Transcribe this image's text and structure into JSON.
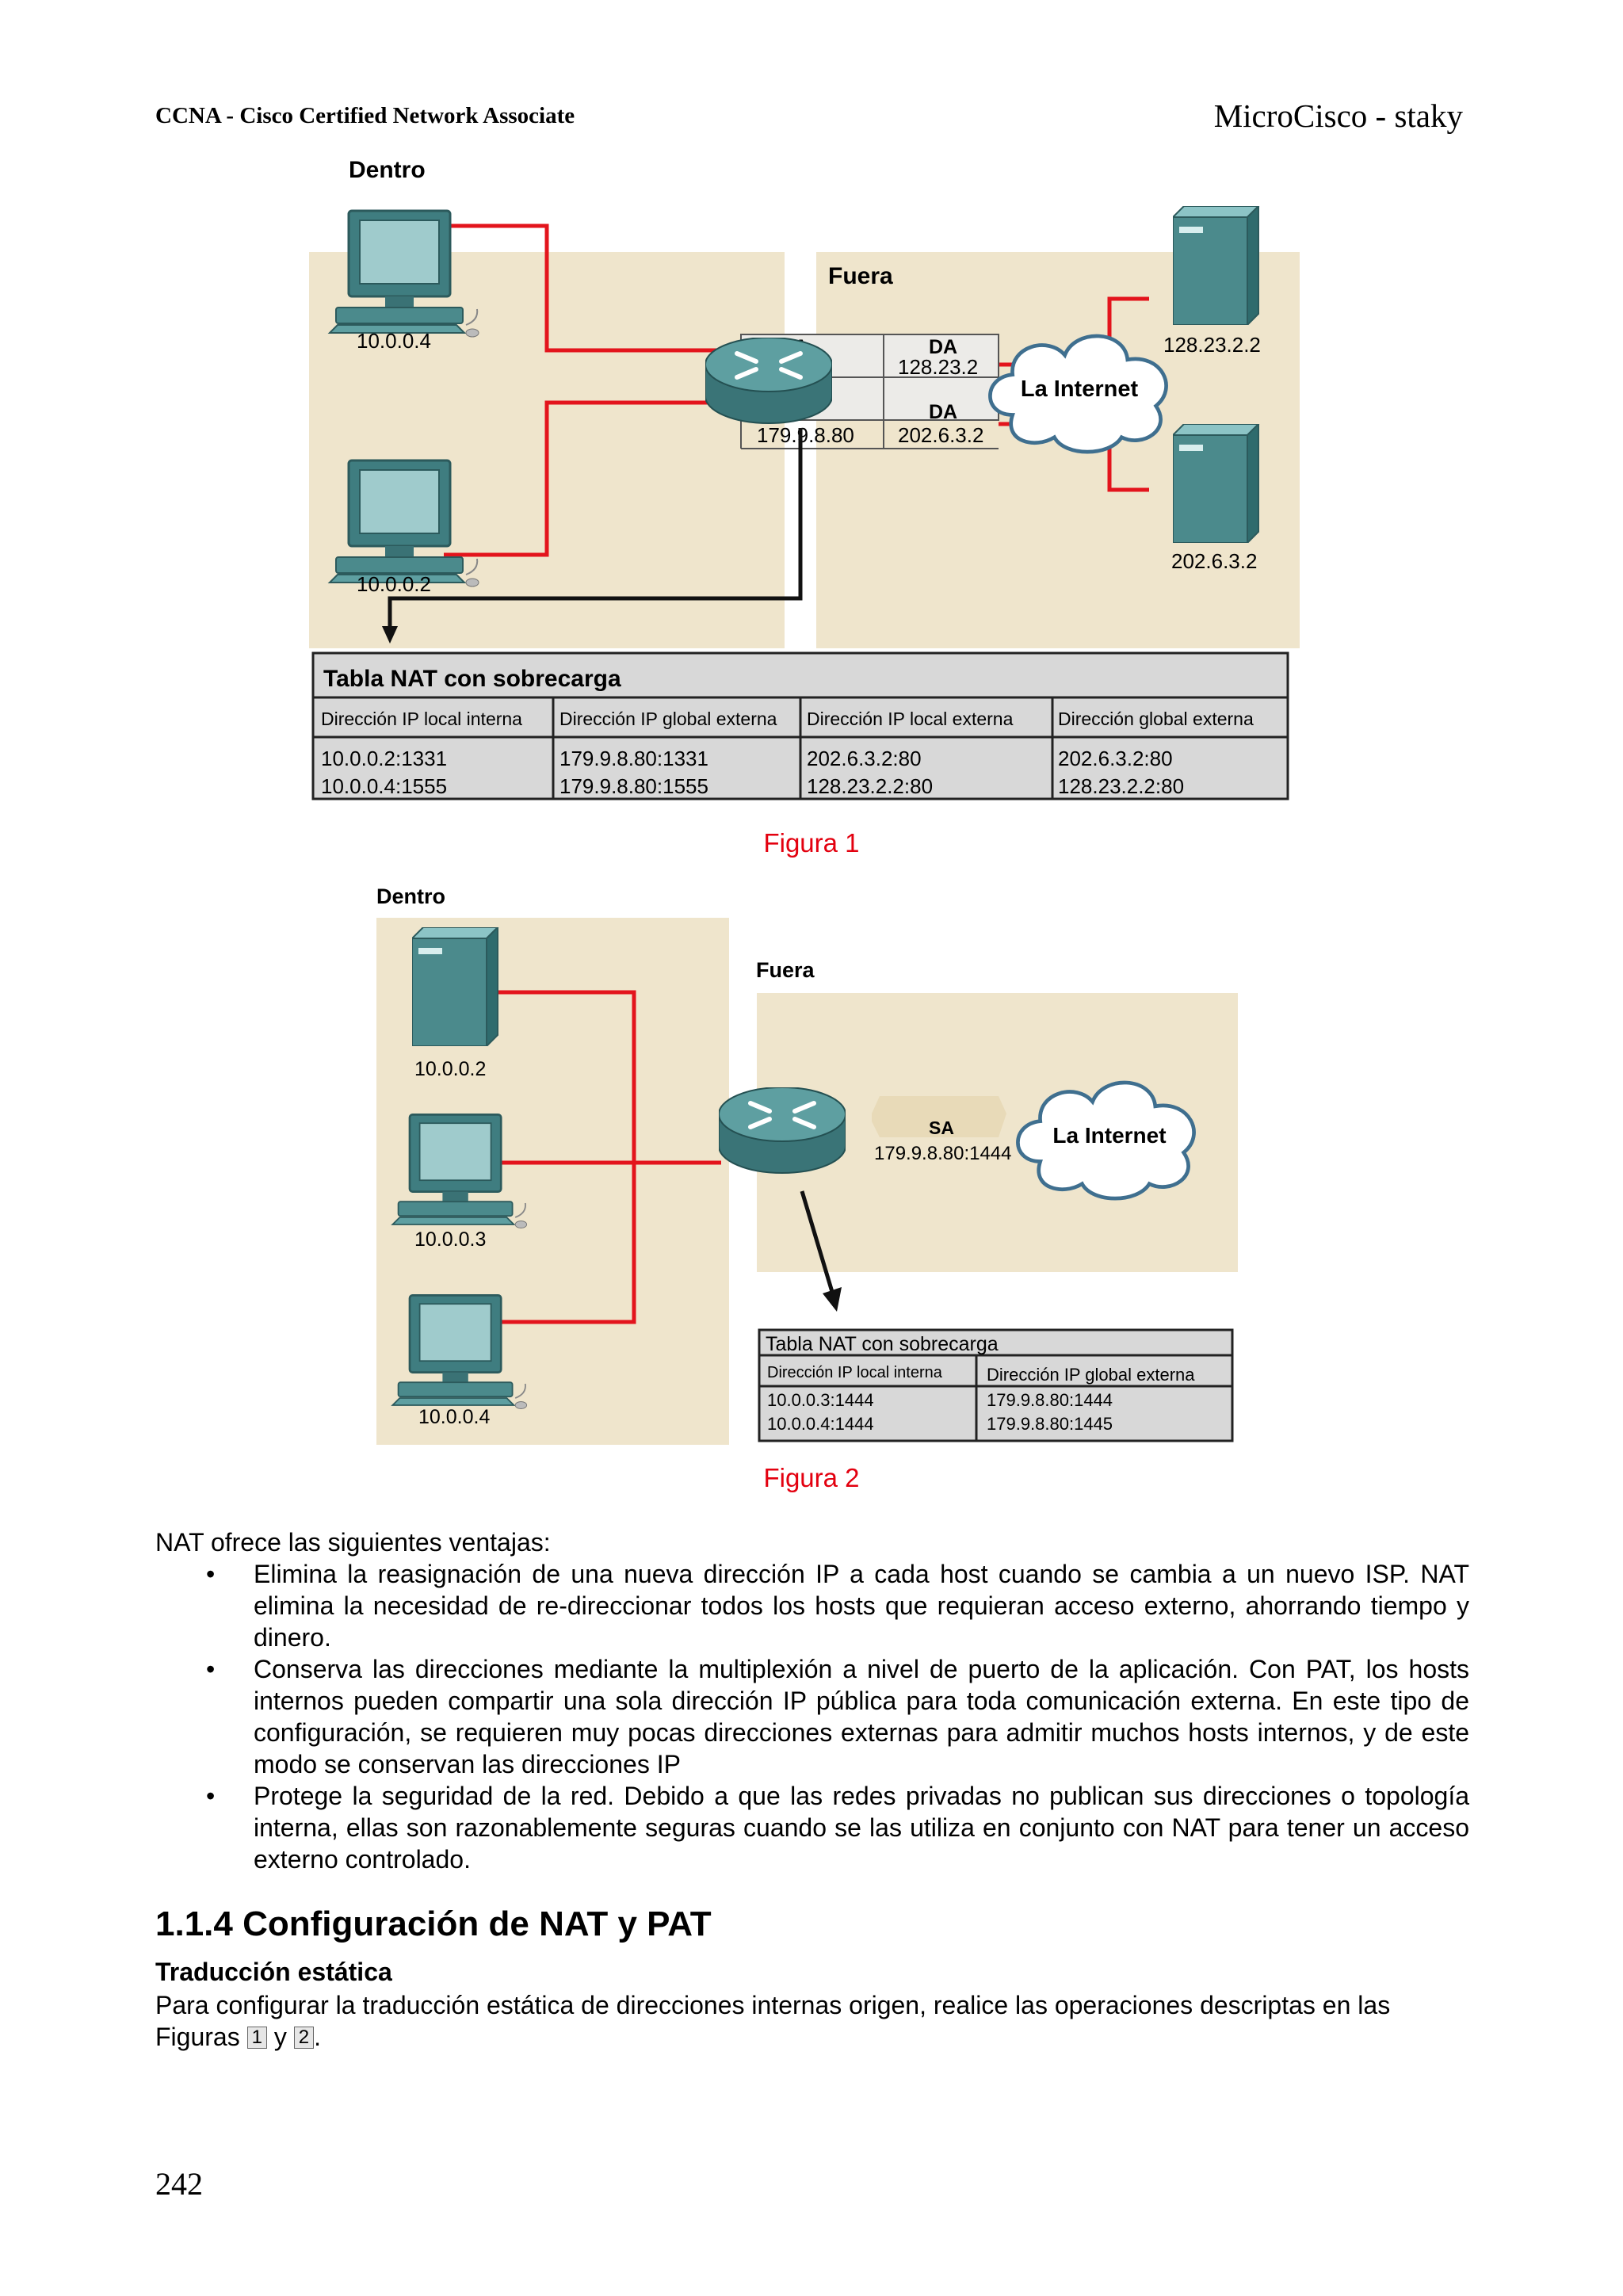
{
  "header": {
    "left": "CCNA - Cisco Certified Network Associate",
    "right": "MicroCisco - staky"
  },
  "figure1": {
    "inside_label": "Dentro",
    "outside_label": "Fuera",
    "hosts": [
      "10.0.0.4",
      "10.0.0.2"
    ],
    "servers": [
      "128.23.2.2",
      "202.6.3.2"
    ],
    "internet_label": "La Internet",
    "packet_headers": [
      "SA",
      "DA",
      "DA"
    ],
    "packet_values": [
      "128.23.2",
      "179.9.8.80",
      "202.6.3.2"
    ],
    "caption": "Figura 1",
    "table": {
      "title": "Tabla NAT con sobrecarga",
      "headers": [
        "Dirección IP local interna",
        "Dirección IP global externa",
        "Dirección IP local externa",
        "Dirección global externa"
      ],
      "col1": [
        "10.0.0.2:1331",
        "10.0.0.4:1555"
      ],
      "col2": [
        "179.9.8.80:1331",
        "179.9.8.80:1555"
      ],
      "col3": [
        "202.6.3.2:80",
        "128.23.2.2:80"
      ],
      "col4": [
        "202.6.3.2:80",
        "128.23.2.2:80"
      ]
    }
  },
  "figure2": {
    "inside_label": "Dentro",
    "outside_label": "Fuera",
    "hosts": [
      "10.0.0.2",
      "10.0.0.3",
      "10.0.0.4"
    ],
    "internet_label": "La Internet",
    "packet_header": "SA",
    "packet_value": "179.9.8.80:1444",
    "caption": "Figura 2",
    "table": {
      "title": "Tabla NAT con sobrecarga",
      "headers": [
        "Dirección IP local interna",
        "Dirección IP global externa"
      ],
      "col1": [
        "10.0.0.3:1444",
        "10.0.0.4:1444"
      ],
      "col2": [
        "179.9.8.80:1444",
        "179.9.8.80:1445"
      ]
    }
  },
  "body": {
    "intro": "NAT ofrece las siguientes ventajas:",
    "bullet_symbol": "•",
    "bullets": [
      "Elimina la reasignación de una nueva dirección IP a cada host cuando se cambia a un nuevo ISP. NAT elimina la necesidad de re-direccionar todos los hosts que requieran acceso externo, ahorrando tiempo y dinero.",
      "Conserva las direcciones mediante la multiplexión a nivel de puerto de la aplicación. Con PAT, los hosts internos pueden compartir una sola dirección IP pública para toda comunicación externa. En este tipo de configuración, se requieren muy pocas direcciones externas para admitir muchos hosts internos, y de este modo se conservan las direcciones IP",
      "Protege la seguridad de la red. Debido a que las redes privadas no publican sus direcciones o topología interna, ellas son razonablemente seguras cuando se las utiliza en conjunto con NAT para tener un acceso externo controlado."
    ],
    "section_title": "1.1.4 Configuración de NAT y PAT",
    "subsection_title": "Traducción estática",
    "config_text": "Para configurar la traducción estática de direcciones internas origen, realice las operaciones descriptas en las Figuras",
    "figref1": "1",
    "conj": "y",
    "figref2": "2",
    "period": "."
  },
  "footer": {
    "page_number": "242"
  },
  "colors": {
    "zone": "#efe5cc",
    "link": "#e3141c",
    "device": "#4b8a8c",
    "caption": "#e3000f",
    "table_bg": "#d8d8d8"
  }
}
